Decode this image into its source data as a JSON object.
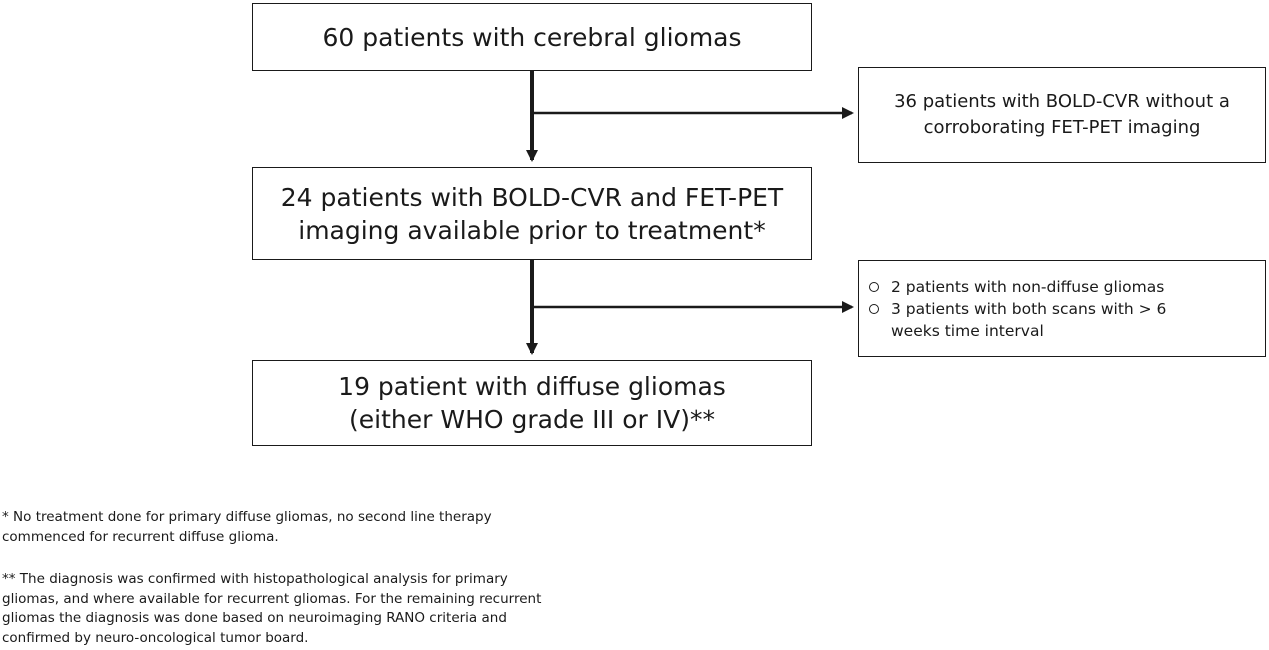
{
  "boxes": {
    "step1": {
      "line1": "60 patients with cerebral gliomas"
    },
    "step2": {
      "line1": "24 patients with BOLD-CVR and FET-PET",
      "line2": "imaging available prior to treatment*"
    },
    "step3": {
      "line1": "19 patient with diffuse gliomas",
      "line2": "(either WHO grade III or IV)**"
    }
  },
  "exclusions": {
    "first": {
      "line1": "36 patients with BOLD-CVR without a",
      "line2": "corroborating FET-PET imaging"
    },
    "second": {
      "items": [
        {
          "line1": "2 patients with non-diffuse gliomas"
        },
        {
          "line1": "3 patients with both scans with > 6",
          "line2": "weeks time interval"
        }
      ]
    }
  },
  "footnotes": {
    "note1": {
      "line1": "* No treatment done for primary diffuse gliomas, no second line therapy",
      "line2": "commenced for recurrent diffuse glioma."
    },
    "note2": {
      "line1": "** The diagnosis was confirmed with histopathological analysis for primary",
      "line2": "gliomas, and where available for recurrent gliomas. For the remaining recurrent",
      "line3": "gliomas the diagnosis was done based on neuroimaging RANO criteria and",
      "line4": "confirmed by neuro-oncological  tumor board."
    }
  }
}
